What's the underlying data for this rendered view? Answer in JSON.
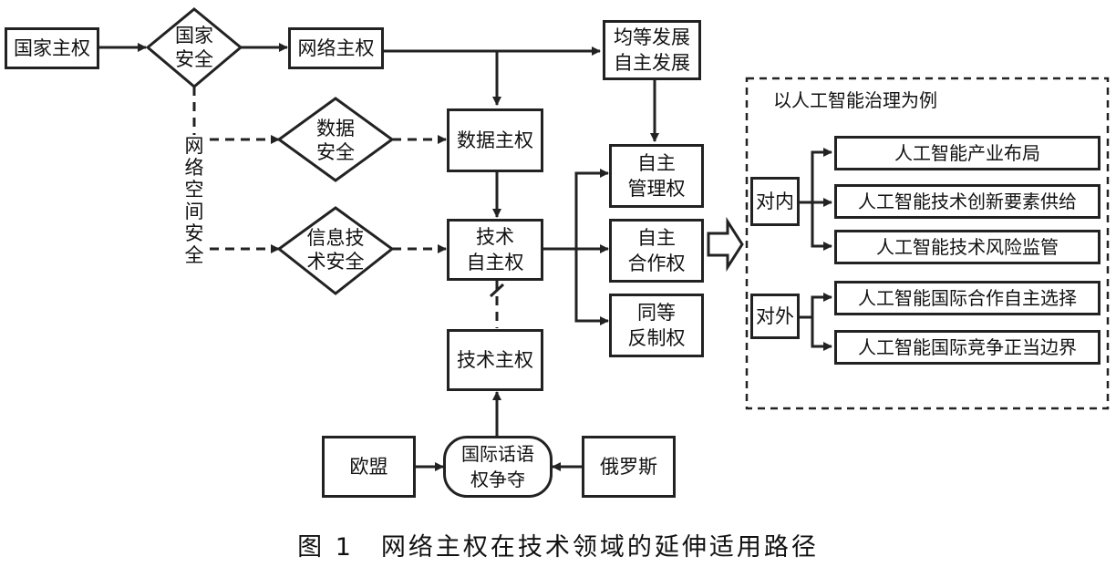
{
  "nodes": {
    "national_sovereignty": "国家主权",
    "national_security": "国家\n安全",
    "network_sovereignty": "网络主权",
    "equal_development": "均等发展\n自主发展",
    "data_security": "数据\n安全",
    "data_sovereignty": "数据主权",
    "info_tech_security": "信息技\n术安全",
    "tech_autonomy": "技术\n自主权",
    "tech_sovereignty": "技术主权",
    "discourse_struggle": "国际话语\n权争夺",
    "eu": "欧盟",
    "russia": "俄罗斯",
    "autonomous_management": "自主\n管理权",
    "autonomous_cooperation": "自主\n合作权",
    "equal_countermeasure": "同等\n反制权",
    "cyberspace_security": "网络空间安全"
  },
  "ai_panel": {
    "title": "以人工智能治理为例",
    "internal_label": "对内",
    "internal_items": [
      "人工智能产业布局",
      "人工智能技术创新要素供给",
      "人工智能技术风险监管"
    ],
    "external_label": "对外",
    "external_items": [
      "人工智能国际合作自主选择",
      "人工智能国际竞争正当边界"
    ]
  },
  "caption": "图 1　网络主权在技术领域的延伸适用路径"
}
